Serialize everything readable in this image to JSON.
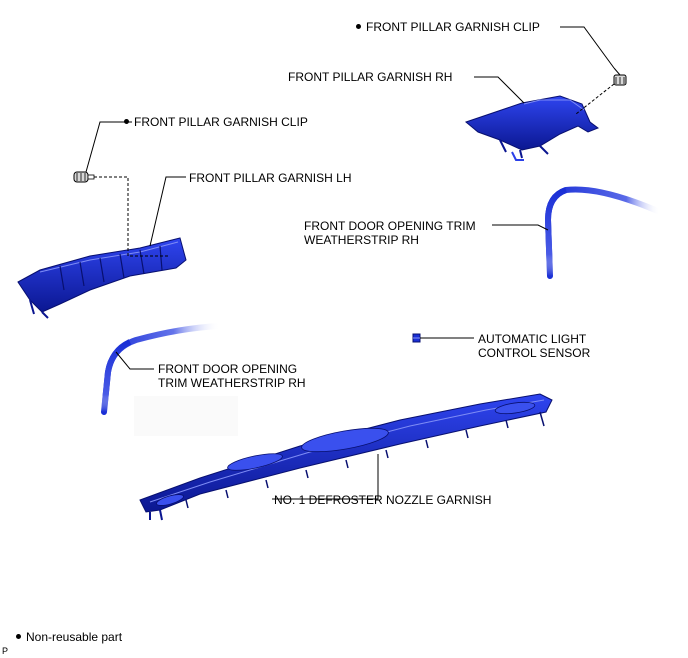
{
  "labels": {
    "pillar_clip_rh": "FRONT PILLAR GARNISH CLIP",
    "pillar_garnish_rh": "FRONT PILLAR GARNISH RH",
    "pillar_clip_lh": "FRONT PILLAR GARNISH CLIP",
    "pillar_garnish_lh": "FRONT PILLAR GARNISH LH",
    "weatherstrip_upper_line1": "FRONT DOOR OPENING TRIM",
    "weatherstrip_upper_line2": "WEATHERSTRIP RH",
    "light_sensor_line1": "AUTOMATIC LIGHT",
    "light_sensor_line2": "CONTROL SENSOR",
    "weatherstrip_lower_line1": "FRONT DOOR OPENING",
    "weatherstrip_lower_line2": "TRIM WEATHERSTRIP RH",
    "defroster_garnish": "NO. 1 DEFROSTER NOZZLE GARNISH"
  },
  "legend": {
    "non_reusable": "Non-reusable part"
  },
  "corner_code": "P",
  "colors": {
    "part_blue": "#1a2fd6",
    "part_dark": "#0a1590",
    "line": "#000000"
  }
}
